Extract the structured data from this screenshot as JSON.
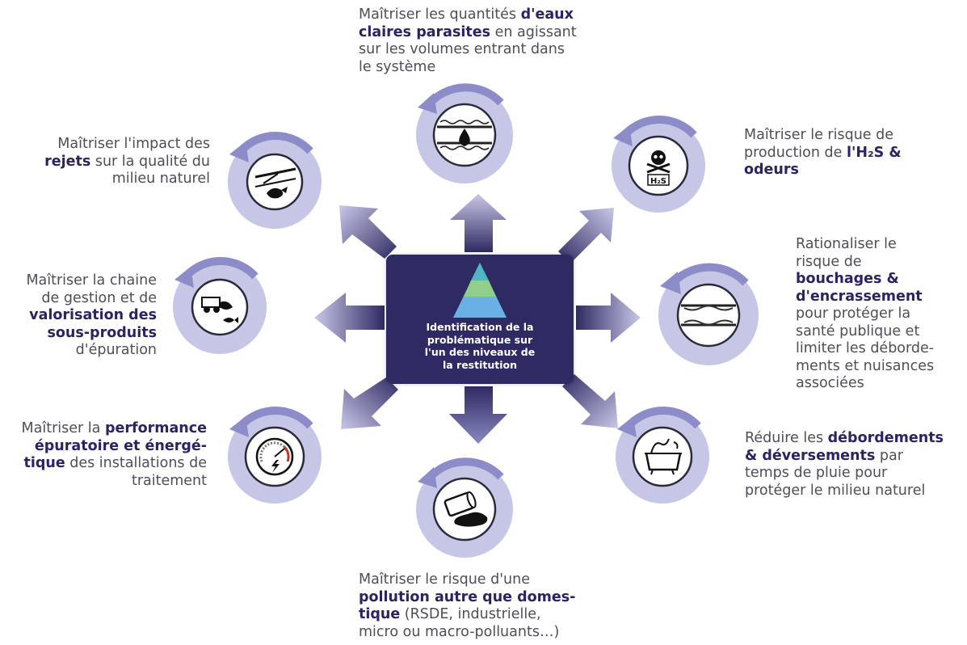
{
  "center": {
    "lines": [
      "Identification de la",
      "problématique sur",
      "l'un des niveaux  de",
      "la restitution"
    ]
  },
  "colors": {
    "ring_light": "#c6c6e6",
    "ring_mid": "#8d8cc9",
    "arrow_dark": "#2e2a62",
    "center_bg": "#2e2a62",
    "bold_text": "#2c2360",
    "pyramid_blue": "#5aa9e0",
    "pyramid_green": "#8cc88a"
  },
  "nodes": [
    {
      "id": "top",
      "icon": "water-drop-icon",
      "lines": [
        [
          {
            "t": "Maîtriser les quantités "
          },
          {
            "t": "d'eaux",
            "b": true
          }
        ],
        [
          {
            "t": "claires parasites",
            "b": true
          },
          {
            "t": " en agissant"
          }
        ],
        [
          {
            "t": "sur les volumes entrant dans"
          }
        ],
        [
          {
            "t": "le système"
          }
        ]
      ]
    },
    {
      "id": "top-right",
      "icon": "skull-h2s-icon",
      "icon_text": "H₂S",
      "lines": [
        [
          {
            "t": "Maîtriser le risque de"
          }
        ],
        [
          {
            "t": "production de "
          },
          {
            "t": "l'H₂S &",
            "b": true
          }
        ],
        [
          {
            "t": "odeurs",
            "b": true
          }
        ]
      ]
    },
    {
      "id": "right",
      "icon": "clogged-pipe-icon",
      "lines": [
        [
          {
            "t": "Rationaliser le"
          }
        ],
        [
          {
            "t": "risque de"
          }
        ],
        [
          {
            "t": "bouchages &",
            "b": true
          }
        ],
        [
          {
            "t": "d'encrassement",
            "b": true
          }
        ],
        [
          {
            "t": "pour protéger la"
          }
        ],
        [
          {
            "t": "santé publique et"
          }
        ],
        [
          {
            "t": "limiter les déborde-"
          }
        ],
        [
          {
            "t": "ments et nuisances"
          }
        ],
        [
          {
            "t": "associées"
          }
        ]
      ]
    },
    {
      "id": "bottom-right",
      "icon": "overflowing-tub-icon",
      "lines": [
        [
          {
            "t": "Réduire les "
          },
          {
            "t": "débordements",
            "b": true
          }
        ],
        [
          {
            "t": "& déversements",
            "b": true
          },
          {
            "t": " par"
          }
        ],
        [
          {
            "t": "temps de pluie pour"
          }
        ],
        [
          {
            "t": "protéger le milieu naturel"
          }
        ]
      ]
    },
    {
      "id": "bottom",
      "icon": "spilled-barrel-icon",
      "lines": [
        [
          {
            "t": "Maîtriser le risque d'une"
          }
        ],
        [
          {
            "t": "pollution autre que domes-",
            "b": true
          }
        ],
        [
          {
            "t": "tique",
            "b": true
          },
          {
            "t": " (RSDE, industrielle,"
          }
        ],
        [
          {
            "t": "micro ou macro-polluants…)"
          }
        ]
      ]
    },
    {
      "id": "bottom-left",
      "icon": "gauge-energy-icon",
      "lines": [
        [
          {
            "t": "Maîtriser la "
          },
          {
            "t": "performance",
            "b": true
          }
        ],
        [
          {
            "t": "épuratoire et énergé-",
            "b": true
          }
        ],
        [
          {
            "t": "tique",
            "b": true
          },
          {
            "t": " des installations de"
          }
        ],
        [
          {
            "t": "traitement"
          }
        ]
      ]
    },
    {
      "id": "left",
      "icon": "sludge-tipper-fish-icon",
      "lines": [
        [
          {
            "t": "Maîtriser la chaine"
          }
        ],
        [
          {
            "t": "de gestion et de"
          }
        ],
        [
          {
            "t": "valorisation des",
            "b": true
          }
        ],
        [
          {
            "t": "sous-produits",
            "b": true
          }
        ],
        [
          {
            "t": "d'épuration"
          }
        ]
      ]
    },
    {
      "id": "top-left",
      "icon": "polluted-fish-icon",
      "lines": [
        [
          {
            "t": "Maîtriser l'impact des"
          }
        ],
        [
          {
            "t": "rejets",
            "b": true
          },
          {
            "t": " sur la qualité du"
          }
        ],
        [
          {
            "t": "milieu naturel"
          }
        ]
      ]
    }
  ]
}
